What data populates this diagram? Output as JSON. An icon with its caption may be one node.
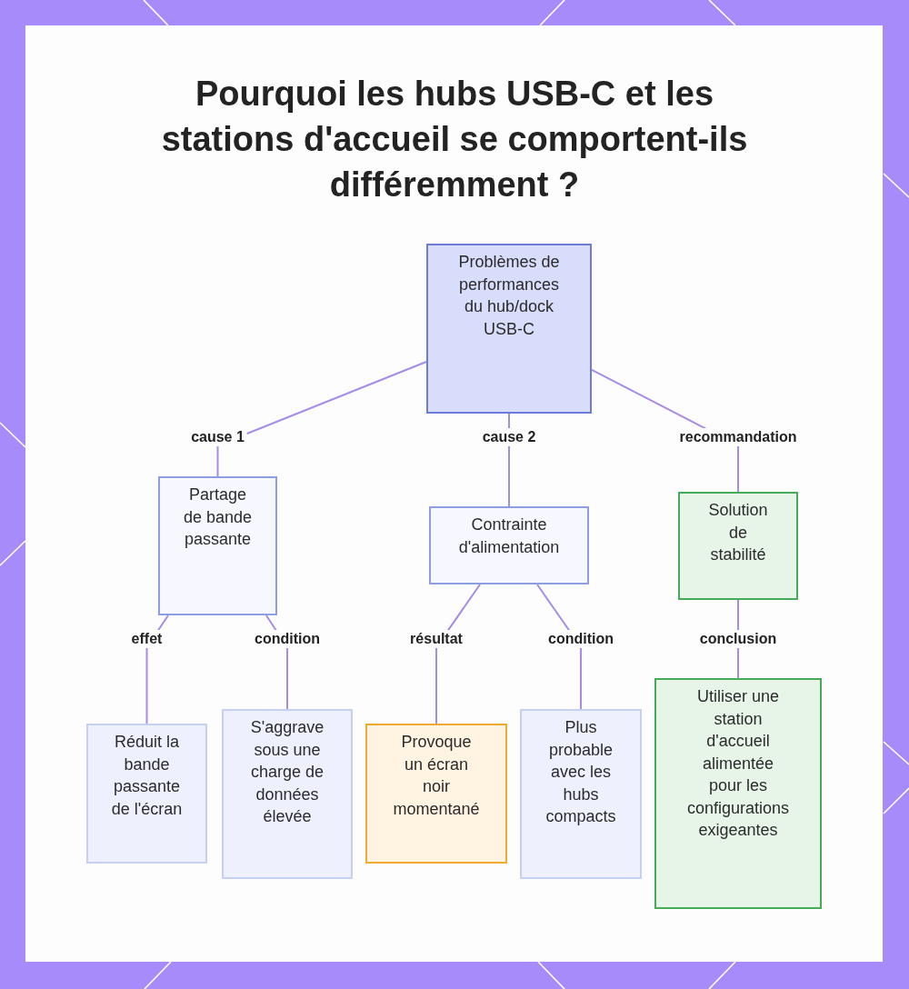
{
  "diagram": {
    "title": "Pourquoi les hubs USB-C et les stations d'accueil se comportent-ils différemment ?",
    "nodes": [
      {
        "text": [
          "Problèmes de performances du hub/dock USB-C"
        ]
      },
      {
        "text": [
          "Partage de bande passante"
        ]
      },
      {
        "text": [
          "Contrainte d'alimentation"
        ]
      },
      {
        "text": [
          "Solution de stabilité"
        ]
      },
      {
        "text": [
          "Réduit la bande passante de l'écran"
        ]
      },
      {
        "text": [
          "S'aggrave sous une charge de données élevée"
        ]
      },
      {
        "text": [
          "Provoque un écran noir momentané"
        ]
      },
      {
        "text": [
          "Plus probable avec les hubs compacts"
        ]
      },
      {
        "text": [
          "Utiliser une station d'accueil alimentée pour les configurations exigeantes"
        ]
      }
    ],
    "edges": [
      {
        "from": 0,
        "to": 1,
        "arrow": "none",
        "label": "cause 1"
      },
      {
        "from": 0,
        "to": 2,
        "arrow": "none",
        "label": "cause 2"
      },
      {
        "from": 0,
        "to": 3,
        "arrow": "none",
        "label": "recommandation"
      },
      {
        "from": 1,
        "to": 4,
        "arrow": "none",
        "label": "effet"
      },
      {
        "from": 1,
        "to": 5,
        "arrow": "none",
        "label": "condition"
      },
      {
        "from": 2,
        "to": 6,
        "arrow": "none",
        "label": "résultat"
      },
      {
        "from": 2,
        "to": 7,
        "arrow": "none",
        "label": "condition"
      },
      {
        "from": 3,
        "to": 8,
        "arrow": "none",
        "label": "conclusion"
      }
    ]
  }
}
